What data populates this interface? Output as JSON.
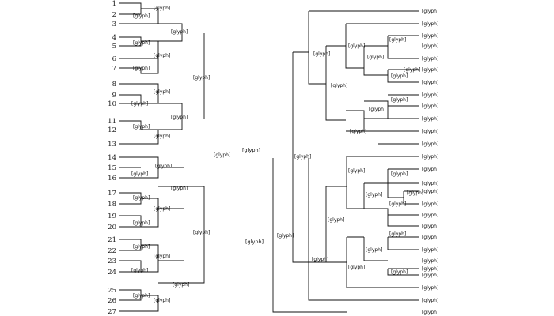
{
  "left_tree": {
    "leaves": [
      "1",
      "2",
      "3",
      "4",
      "5",
      "6",
      "7",
      "8",
      "9",
      "10",
      "11",
      "12",
      "13",
      "14",
      "15",
      "16",
      "17",
      "18",
      "19",
      "20",
      "21",
      "22",
      "23",
      "24",
      "25",
      "26",
      "27"
    ]
  },
  "right_tree": {
    "leaves": [
      "[glyph]",
      "[glyph]",
      "[glyph]",
      "[glyph]",
      "[glyph]",
      "[glyph]",
      "[glyph]",
      "[glyph]",
      "[glyph]",
      "[glyph]",
      "[glyph]",
      "[glyph]",
      "[glyph]",
      "[glyph]",
      "[glyph]",
      "[glyph]",
      "[glyph]",
      "[glyph]",
      "[glyph]",
      "[glyph]",
      "[glyph]",
      "[glyph]",
      "[glyph]",
      "[glyph]",
      "[glyph]",
      "[glyph]",
      "[glyph]"
    ]
  }
}
